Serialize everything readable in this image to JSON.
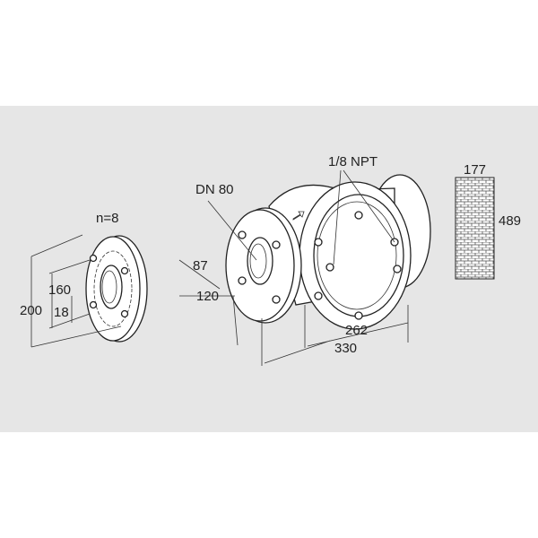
{
  "labels": {
    "bolt_count": "n=8",
    "bolt_circle": "160",
    "bolt_hole": "18",
    "flange_diameter": "200",
    "nominal_size": "DN 80",
    "dim_87": "87",
    "dim_120": "120",
    "pressure_port": "1/8 NPT",
    "dim_262": "262",
    "dim_330": "330",
    "filter_width": "177",
    "filter_height": "489"
  },
  "colors": {
    "background_band": "#e6e6e6",
    "line": "#222222"
  }
}
